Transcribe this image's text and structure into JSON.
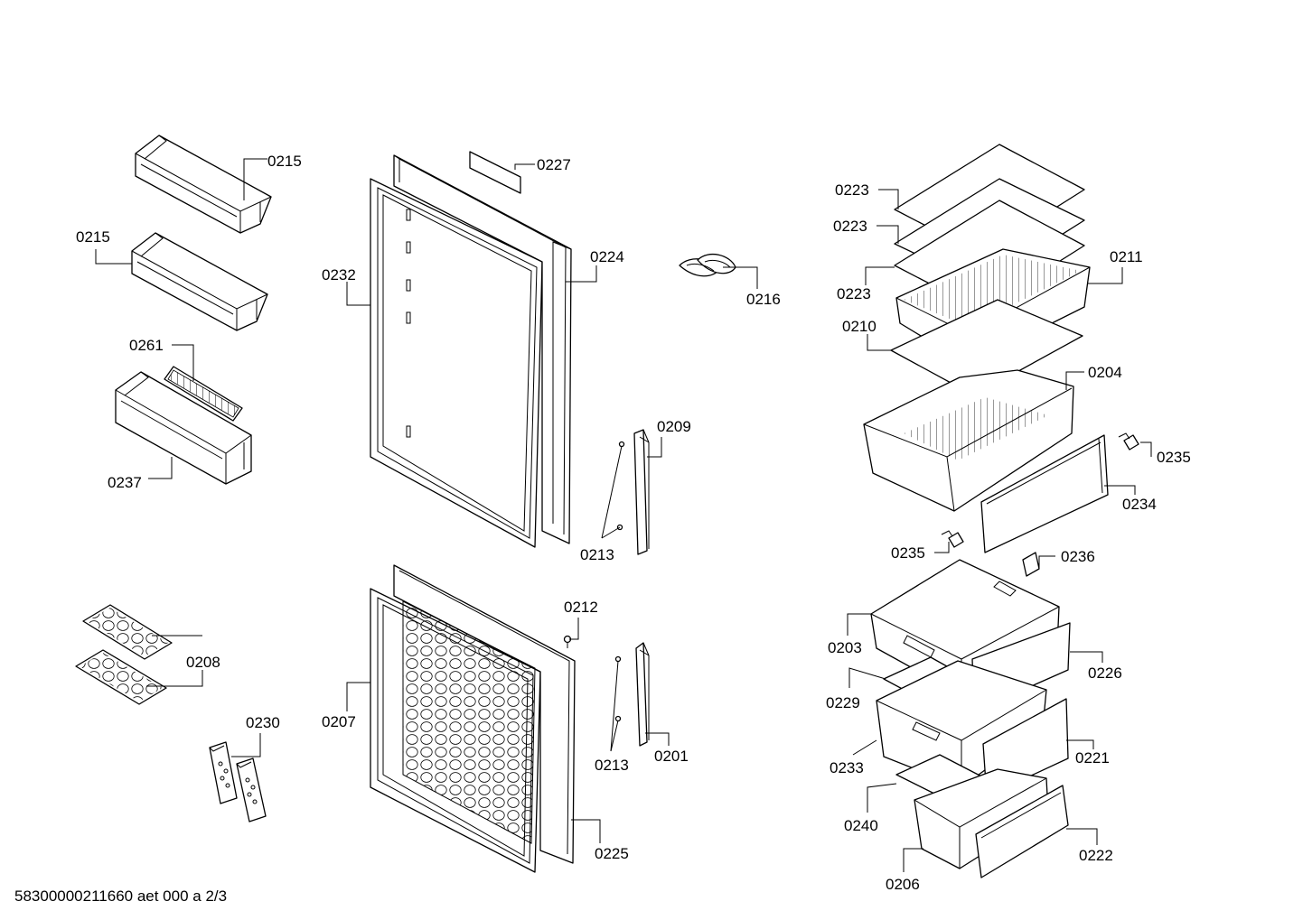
{
  "diagram": {
    "footer_code": "58300000211660 aet 000 a 2/3",
    "callouts": {
      "c0215a": "0215",
      "c0215b": "0215",
      "c0261": "0261",
      "c0237": "0237",
      "c0208": "0208",
      "c0230": "0230",
      "c0227": "0227",
      "c0224": "0224",
      "c0232": "0232",
      "c0216": "0216",
      "c0209": "0209",
      "c0213a": "0213",
      "c0212": "0212",
      "c0207": "0207",
      "c0213b": "0213",
      "c0201": "0201",
      "c0225": "0225",
      "c0223a": "0223",
      "c0223b": "0223",
      "c0223c": "0223",
      "c0211": "0211",
      "c0210": "0210",
      "c0204": "0204",
      "c0235a": "0235",
      "c0234": "0234",
      "c0235b": "0235",
      "c0236": "0236",
      "c0203": "0203",
      "c0226": "0226",
      "c0229": "0229",
      "c0221": "0221",
      "c0233": "0233",
      "c0240": "0240",
      "c0222": "0222",
      "c0206": "0206"
    }
  }
}
